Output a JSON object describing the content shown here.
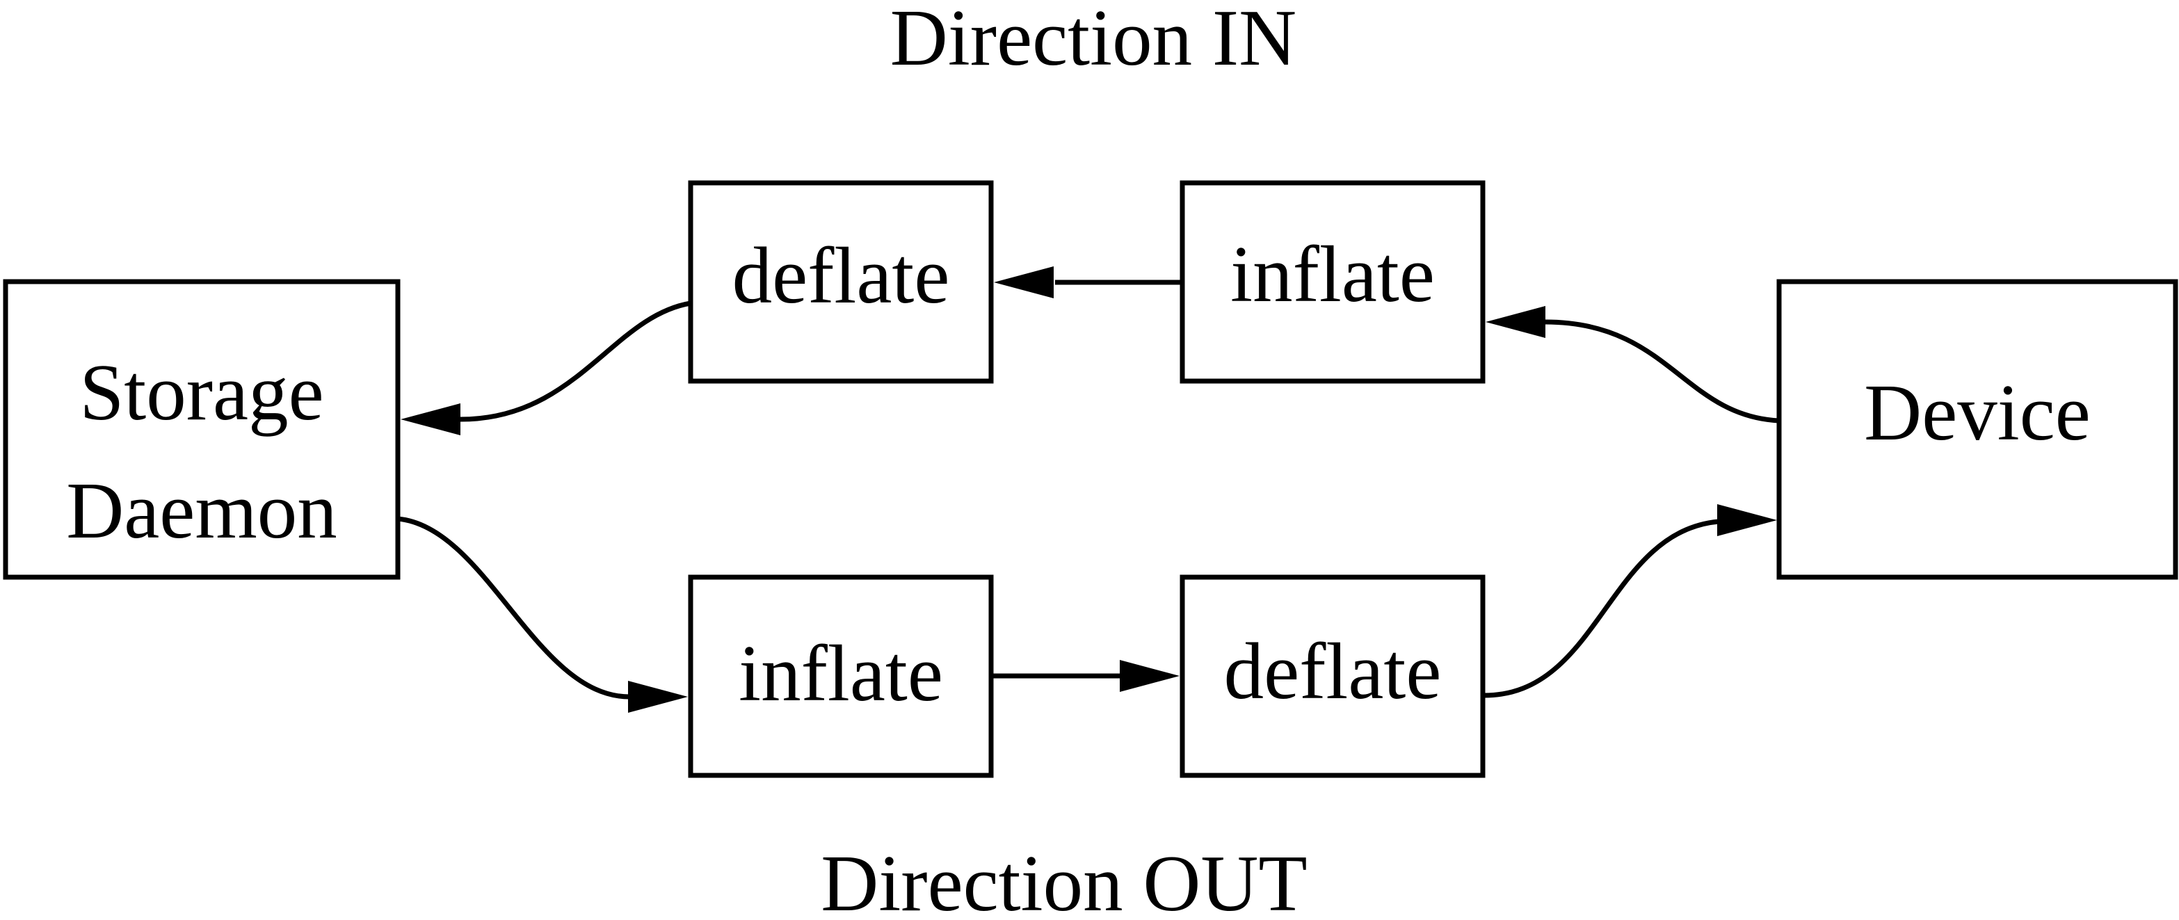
{
  "titles": {
    "direction_in": "Direction IN",
    "direction_out": "Direction OUT"
  },
  "nodes": {
    "storage_daemon": {
      "label_line1": "Storage",
      "label_line2": "Daemon"
    },
    "deflate_in": {
      "label": "deflate"
    },
    "inflate_in": {
      "label": "inflate"
    },
    "inflate_out": {
      "label": "inflate"
    },
    "deflate_out": {
      "label": "deflate"
    },
    "device": {
      "label": "Device"
    }
  },
  "edges": [
    {
      "group": "direction_in",
      "from": "device",
      "to": "inflate_in"
    },
    {
      "group": "direction_in",
      "from": "inflate_in",
      "to": "deflate_in"
    },
    {
      "group": "direction_in",
      "from": "deflate_in",
      "to": "storage_daemon"
    },
    {
      "group": "direction_out",
      "from": "storage_daemon",
      "to": "inflate_out"
    },
    {
      "group": "direction_out",
      "from": "inflate_out",
      "to": "deflate_out"
    },
    {
      "group": "direction_out",
      "from": "deflate_out",
      "to": "device"
    }
  ],
  "colors": {
    "stroke": "#000000",
    "background": "#ffffff"
  }
}
